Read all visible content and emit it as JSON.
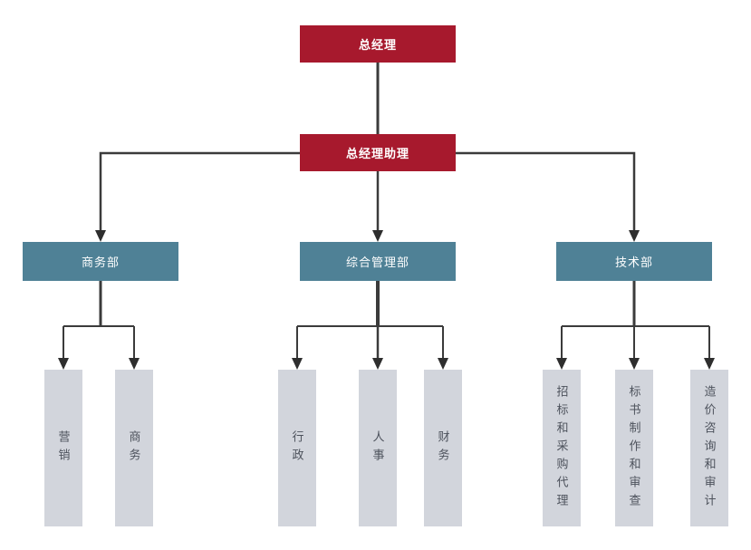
{
  "diagram": {
    "type": "org-chart",
    "direction": "top-down"
  },
  "colors": {
    "executive-bg": "#A7192D",
    "department-bg": "#4F8196",
    "team-bg": "#D2D5DC",
    "team-text": "#4D525C",
    "node-text": "#FFFFFF",
    "line": "#3B3B3B",
    "arrow": "#2E2E2E",
    "background": "#FFFFFF"
  },
  "nodes": {
    "general_manager": {
      "label": "总经理"
    },
    "gm_assistant": {
      "label": "总经理助理"
    },
    "business_dept": {
      "label": "商务部"
    },
    "general_management_dept": {
      "label": "综合管理部"
    },
    "technology_dept": {
      "label": "技术部"
    },
    "marketing": {
      "label": "营销"
    },
    "commerce": {
      "label": "商务"
    },
    "administration": {
      "label": "行政"
    },
    "personnel": {
      "label": "人事"
    },
    "finance": {
      "label": "财务"
    },
    "bidding_and_procurement_agency": {
      "label": "招标和采购代理"
    },
    "bid_preparation_and_review": {
      "label": "标书制作和审查"
    },
    "cost_consulting_and_audit": {
      "label": "造价咨询和审计"
    }
  },
  "edges": [
    {
      "from": "总经理",
      "to": "总经理助理",
      "arrow": false
    },
    {
      "from": "总经理助理",
      "to": "商务部",
      "arrow": true
    },
    {
      "from": "总经理助理",
      "to": "综合管理部",
      "arrow": true
    },
    {
      "from": "总经理助理",
      "to": "技术部",
      "arrow": true
    },
    {
      "from": "商务部",
      "to": "营销",
      "arrow": true
    },
    {
      "from": "商务部",
      "to": "商务",
      "arrow": true
    },
    {
      "from": "综合管理部",
      "to": "行政",
      "arrow": true
    },
    {
      "from": "综合管理部",
      "to": "人事",
      "arrow": true
    },
    {
      "from": "综合管理部",
      "to": "财务",
      "arrow": true
    },
    {
      "from": "技术部",
      "to": "招标和采购代理",
      "arrow": true
    },
    {
      "from": "技术部",
      "to": "标书制作和审查",
      "arrow": true
    },
    {
      "from": "技术部",
      "to": "造价咨询和审计",
      "arrow": true
    }
  ]
}
